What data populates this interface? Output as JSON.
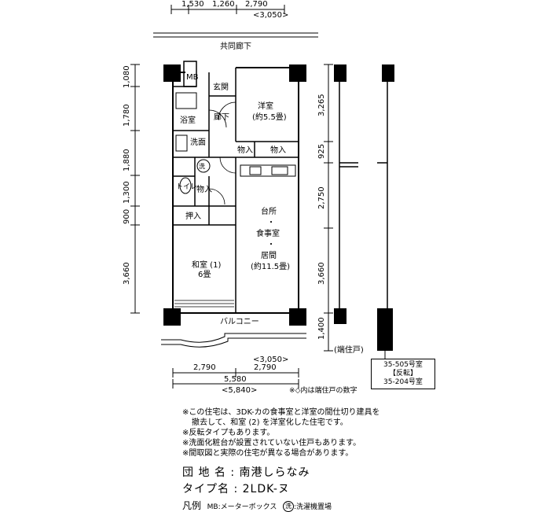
{
  "dimensions": {
    "top": [
      "1,530",
      "1,260",
      "2,790"
    ],
    "top_alt": "<3,050>",
    "left": [
      "1,080",
      "1,780",
      "1,880",
      "1,300",
      "900",
      "3,660"
    ],
    "middle": [
      "3,265",
      "925",
      "2,750",
      "3,660",
      "1,400"
    ],
    "bottom_alt": "<3,050>",
    "bottom_row": [
      "2,790",
      "2,790"
    ],
    "bottom_total": "5,580",
    "bottom_total_alt": "<5,840>"
  },
  "rooms": {
    "mb": "MB",
    "genkan": "玄関",
    "youshitsu": "洋室",
    "youshitsu_size": "(約5.5畳)",
    "yokushitsu": "浴室",
    "rouka": "廊下",
    "senmen": "洗面",
    "monoire_1": "物入",
    "monoire_2": "物入",
    "wash_symbol": "洗",
    "toilet": "トイレ",
    "monoire_3": "物入",
    "oshiire": "押入",
    "ldk_1": "台所",
    "ldk_2": "・",
    "ldk_3": "食事室",
    "ldk_4": "・",
    "ldk_5": "居間",
    "ldk_size": "(約11.5畳)",
    "washitsu": "和室 (1)",
    "washitsu_size": "6畳",
    "balcony": "バルコニー",
    "corridor": "共同廊下",
    "end_unit": "(端住戸)",
    "dim_note": "※◇内は端住戸の数字"
  },
  "unit_box": {
    "line1": "35-505号室",
    "line2": "【反転】",
    "line3": "35-204号室"
  },
  "notes": [
    "※この住宅は、3DK-カの食事室と洋室の間仕切り建具を",
    "撤去して、和室 (2) を洋室化した住宅です。",
    "※反転タイプもあります。",
    "※洗面化粧台が設置されていない住戸もあります。",
    "※間取図と実際の住宅が異なる場合があります。"
  ],
  "info": {
    "danchi_label": "団 地 名",
    "danchi_value": "南港しらなみ",
    "type_label": "タイプ名",
    "type_value": "2LDK-ヌ",
    "sep": ":"
  },
  "legend": {
    "title": "凡例",
    "mb_item": "MB:メーターボックス",
    "wash_symbol": "洗",
    "wash_item": ":洗濯機置場"
  }
}
